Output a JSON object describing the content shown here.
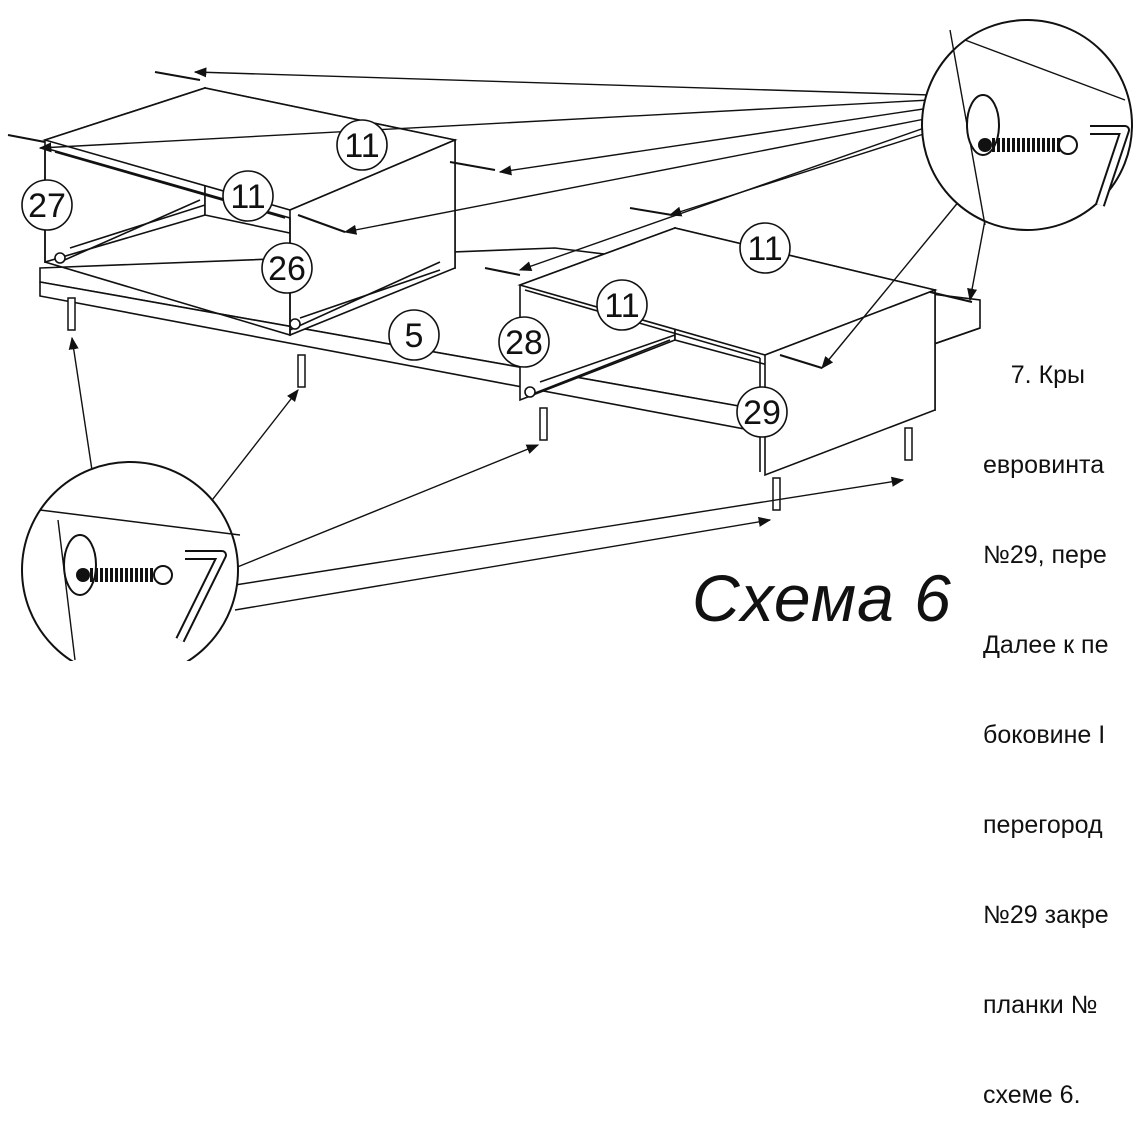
{
  "diagram": {
    "title": "Схема 6",
    "instruction_lines": [
      "    7. Кры",
      "евровинта",
      "№29, пере",
      "Далее к пе",
      "боковине I",
      "перегород",
      "№29 закре",
      "планки №",
      "схеме 6."
    ],
    "part_labels": [
      "11",
      "11",
      "11",
      "11",
      "27",
      "26",
      "5",
      "28",
      "29"
    ]
  }
}
